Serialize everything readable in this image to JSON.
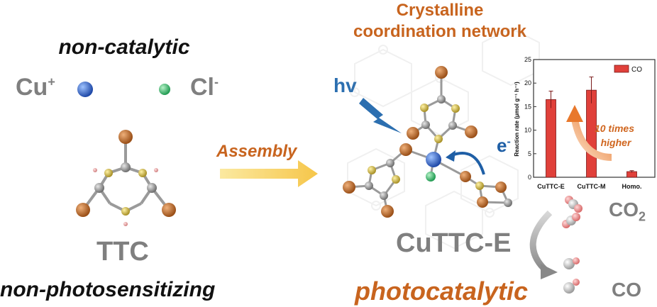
{
  "left": {
    "top_label": "non-catalytic",
    "bottom_label": "non-photosensitizing",
    "cu_ion": "Cu",
    "cu_charge": "+",
    "cl_ion": "Cl",
    "cl_charge": "-",
    "ligand_name": "TTC"
  },
  "arrow_label": "Assembly",
  "right": {
    "title_line1": "Crystalline",
    "title_line2": "coordination network",
    "light_label": "hv",
    "electron_label": "e",
    "electron_charge": "-",
    "product_name": "CuTTC-E",
    "bottom_label": "photocatalytic",
    "reactant": "CO",
    "reactant_sub": "2",
    "product": "CO"
  },
  "colors": {
    "orange_text": "#c8641e",
    "cu_blue": "#3b6fc9",
    "cl_green": "#3cb371",
    "sulfur": "#c9b53a",
    "bromine": "#b86a2c",
    "carbon": "#8c8c8c",
    "bar_red": "#e0403a",
    "arrow_yellow": "#f5d160"
  },
  "chart_data": {
    "type": "bar",
    "categories": [
      "CuTTC-E",
      "CuTTC-M",
      "Homo."
    ],
    "series": [
      {
        "name": "CO",
        "values": [
          16.5,
          18.5,
          1.2
        ],
        "errors": [
          1.8,
          2.8,
          0.2
        ]
      }
    ],
    "ylabel": "Reaction rate (μmol g⁻¹ h⁻¹)",
    "ylim": [
      0,
      25
    ],
    "yticks": [
      0,
      5,
      10,
      15,
      20,
      25
    ],
    "legend": "top-right",
    "annotation_line1": "10 times",
    "annotation_line2": "higher"
  }
}
